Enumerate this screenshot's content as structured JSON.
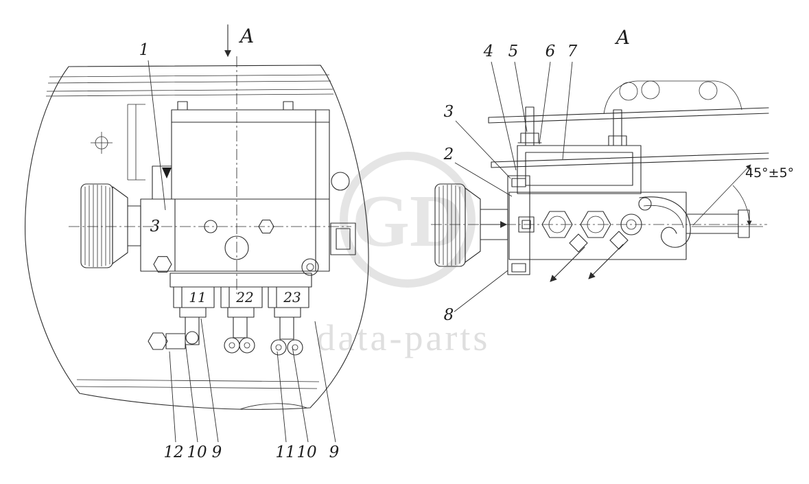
{
  "page": {
    "watermark_text": "data-parts",
    "watermark_monogram": "GD",
    "line_color": "#2b2b2b",
    "watermark_color": "#dcdcdc"
  },
  "left_view": {
    "section_arrow_label": "A",
    "callout_1": "1",
    "callout_3": "3",
    "port_labels": [
      "11",
      "22",
      "23"
    ],
    "bottom_callouts": [
      "12",
      "10",
      "9",
      "11",
      "10",
      "9"
    ]
  },
  "right_view": {
    "view_label": "A",
    "top_callouts": [
      "4",
      "5",
      "6",
      "7"
    ],
    "callout_3": "3",
    "callout_2": "2",
    "callout_8": "8",
    "angle_label": "45°±5°"
  }
}
